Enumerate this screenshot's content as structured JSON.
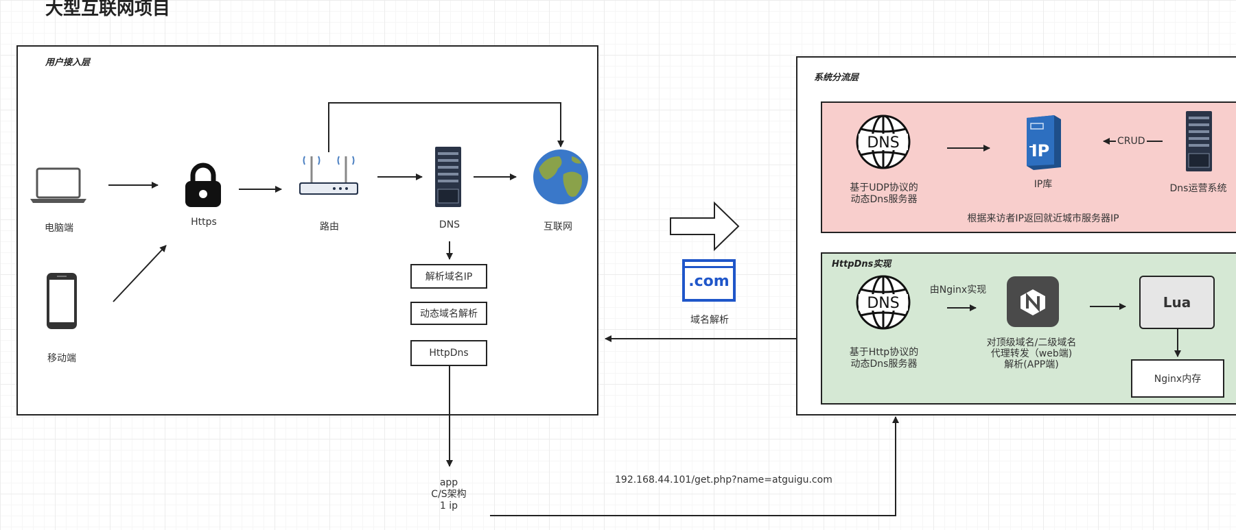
{
  "title": "大型互联网项目",
  "user_layer": {
    "title": "用户接入层",
    "pc": "电脑端",
    "mobile": "移动端",
    "https": "Https",
    "router": "路由",
    "dns": "DNS",
    "internet": "互联网",
    "resolve_ip": "解析域名IP",
    "dynamic_resolve": "动态域名解析",
    "httpdns": "HttpDns"
  },
  "app_note": {
    "line1": "app",
    "line2": "C/S架构",
    "line3": "1 ip"
  },
  "middle": {
    "domain_resolve": "域名解析",
    "com_text": ".com"
  },
  "url": "192.168.44.101/get.php?name=atguigu.com",
  "system_layer": {
    "title": "系统分流层",
    "udp_dns": {
      "line1": "基于UDP协议的",
      "line2": "动态Dns服务器"
    },
    "ip_lib": "IP库",
    "crud": "CRUD",
    "dns_ops": "Dns运营系统",
    "return_note": "根据来访者IP返回就近城市服务器IP",
    "httpdns_impl": "HttpDns实现",
    "http_dns": {
      "line1": "基于Http协议的",
      "line2": "动态Dns服务器"
    },
    "nginx_impl": "由Nginx实现",
    "proxy": {
      "line1": "对顶级域名/二级域名",
      "line2": "代理转发（web端)",
      "line3": "解析(APP端)"
    },
    "lua": "Lua",
    "nginx_mem": "Nginx内存"
  },
  "icons": [
    "laptop-icon",
    "phone-icon",
    "lock-icon",
    "router-icon",
    "server-icon",
    "globe-icon",
    "dns-globe-icon",
    "ip-server-icon",
    "nginx-icon",
    "com-icon"
  ],
  "colors": {
    "pink_panel": "#f8cecc",
    "green_panel": "#d5e8d4",
    "com_blue": "#1f56c9"
  }
}
